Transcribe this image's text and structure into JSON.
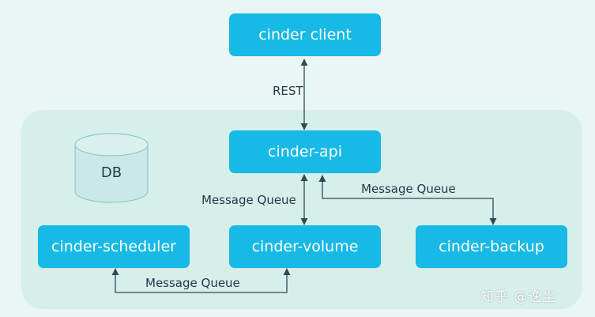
{
  "nodes": {
    "client": "cinder client",
    "api": "cinder-api",
    "scheduler": "cinder-scheduler",
    "volume": "cinder-volume",
    "backup": "cinder-backup",
    "db": "DB"
  },
  "edges": {
    "client_api": "REST",
    "api_volume": "Message Queue",
    "api_backup": "Message Queue",
    "scheduler_volume": "Message Queue"
  },
  "watermark": "知乎 @逸尘",
  "colors": {
    "node_fill": "#17b9e6",
    "node_text": "#ffffff",
    "panel": "#d7efe9",
    "background": "#eaf6f3",
    "db_fill": "#cbe8e8",
    "arrow": "#2b4a5a"
  }
}
